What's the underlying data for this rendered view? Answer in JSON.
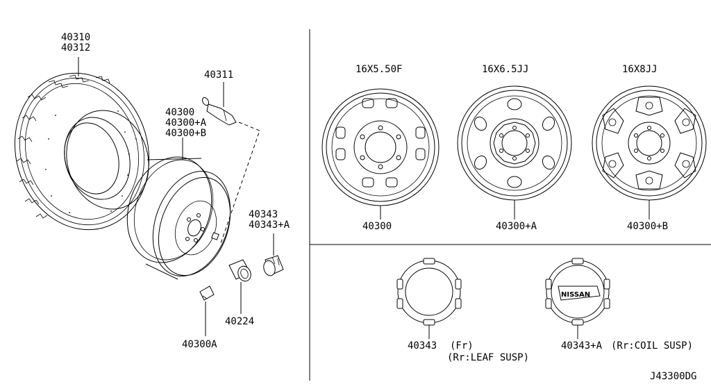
{
  "diagram_code": "J43300DG",
  "left_panel": {
    "tire": {
      "part_numbers": [
        "40310",
        "40312"
      ]
    },
    "valve": {
      "part_number": "40311"
    },
    "wheel": {
      "part_numbers": [
        "40300",
        "40300+A",
        "40300+B"
      ]
    },
    "cap": {
      "part_numbers": [
        "40343",
        "40343+A"
      ]
    },
    "nut": {
      "part_number": "40224"
    },
    "weight": {
      "part_number": "40300A"
    }
  },
  "wheels": [
    {
      "size": "16X5.50F",
      "part_number": "40300"
    },
    {
      "size": "16X6.5JJ",
      "part_number": "40300+A"
    },
    {
      "size": "16X8JJ",
      "part_number": "40300+B"
    }
  ],
  "caps": [
    {
      "part_number": "40343",
      "note_line1": "(Fr)",
      "note_line2": "(Rr:LEAF SUSP)",
      "logo": ""
    },
    {
      "part_number": "40343+A",
      "note_line1": "(Rr:COIL SUSP)",
      "note_line2": "",
      "logo": "NISSAN"
    }
  ]
}
